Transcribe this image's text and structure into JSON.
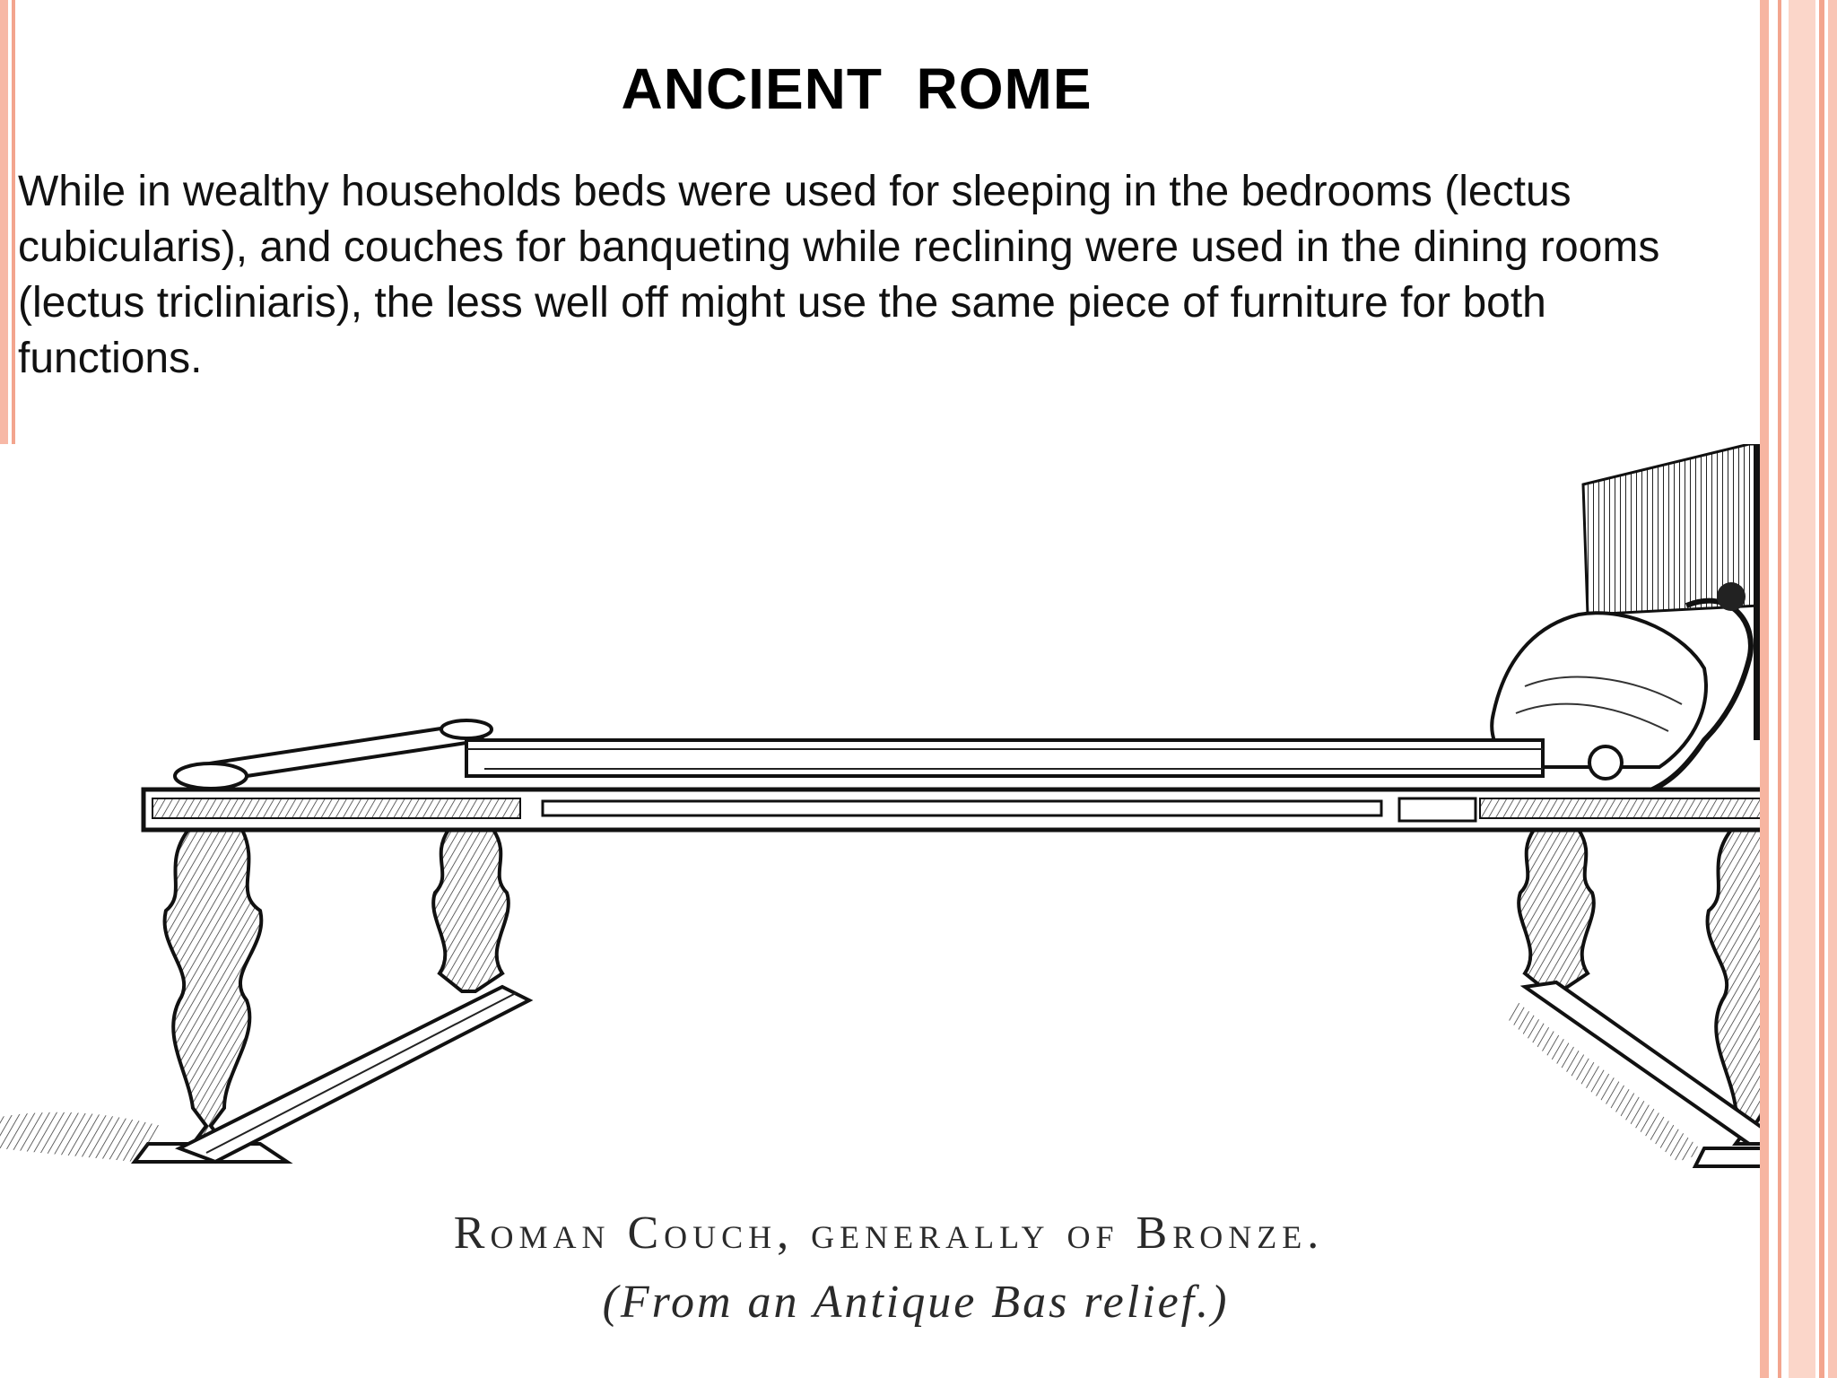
{
  "slide": {
    "title": "ANCIENT  ROME",
    "body": "While in wealthy households beds were used for sleeping in the bedrooms (lectus cubicularis), and couches for banqueting while reclining were used in the dining rooms (lectus tricliniaris), the less well off might use the same piece of furniture for both functions."
  },
  "illustration": {
    "subject": "roman-couch-engraving",
    "caption_main": "Roman Couch, generally of Bronze.",
    "caption_sub": "(From an Antique Bas relief.)"
  },
  "colors": {
    "accent_stripe": "#f3a58e",
    "accent_light": "#fbd6c9",
    "text": "#000000"
  }
}
